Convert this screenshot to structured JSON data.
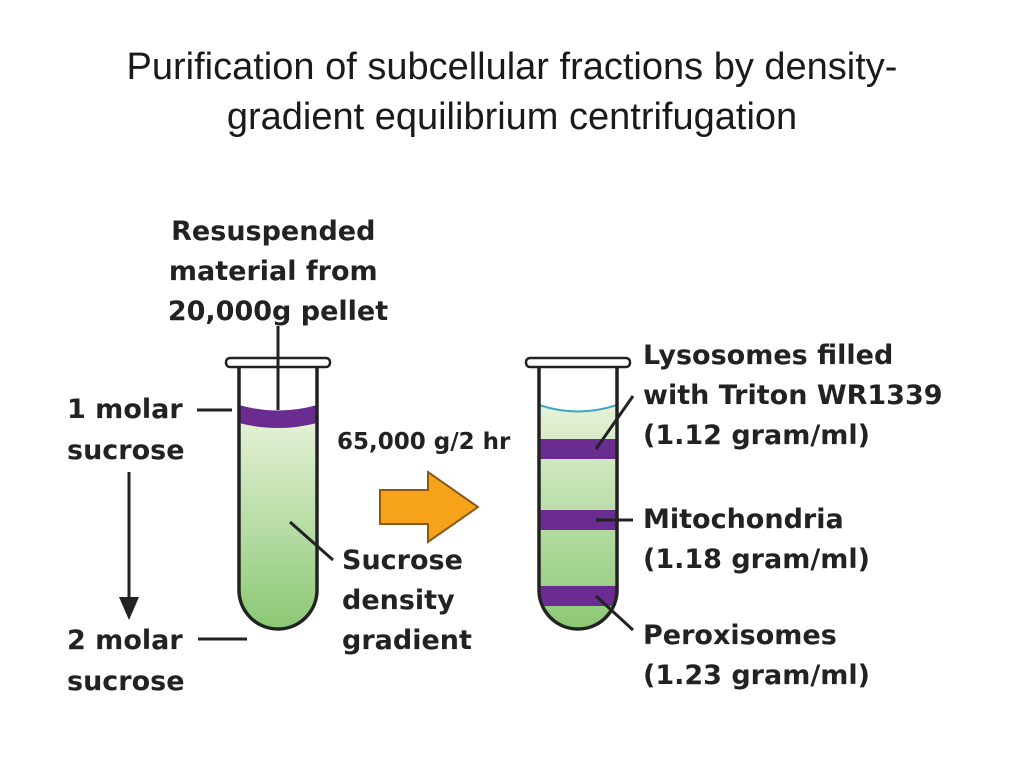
{
  "title": {
    "line1": "Purification of subcellular fractions by density-",
    "line2": "gradient equilibrium centrifugation"
  },
  "left_tube": {
    "top_label": [
      "Resuspended",
      "material from",
      "20,000g pellet"
    ],
    "top_gradient_label": [
      "1 molar",
      "sucrose"
    ],
    "bottom_gradient_label": [
      "2 molar",
      "sucrose"
    ],
    "gradient_label": [
      "Sucrose",
      "density",
      "gradient"
    ]
  },
  "process": {
    "condition": "65,000 g/2 hr",
    "arrow_icon": "right-arrow-icon"
  },
  "right_tube": {
    "bands": [
      {
        "lines": [
          "Lysosomes filled",
          "with Triton WR1339",
          "(1.12 gram/ml)"
        ]
      },
      {
        "lines": [
          "Mitochondria",
          "(1.18 gram/ml)"
        ]
      },
      {
        "lines": [
          "Peroxisomes",
          "(1.23 gram/ml)"
        ]
      }
    ]
  },
  "colors": {
    "band": "#6a2c91",
    "gradient_top": "#e6f2d8",
    "gradient_bottom": "#86c66f",
    "arrow_fill": "#f7a21b",
    "arrow_stroke": "#8a5a10",
    "meniscus": "#3aa6c8",
    "text": "#222222"
  }
}
